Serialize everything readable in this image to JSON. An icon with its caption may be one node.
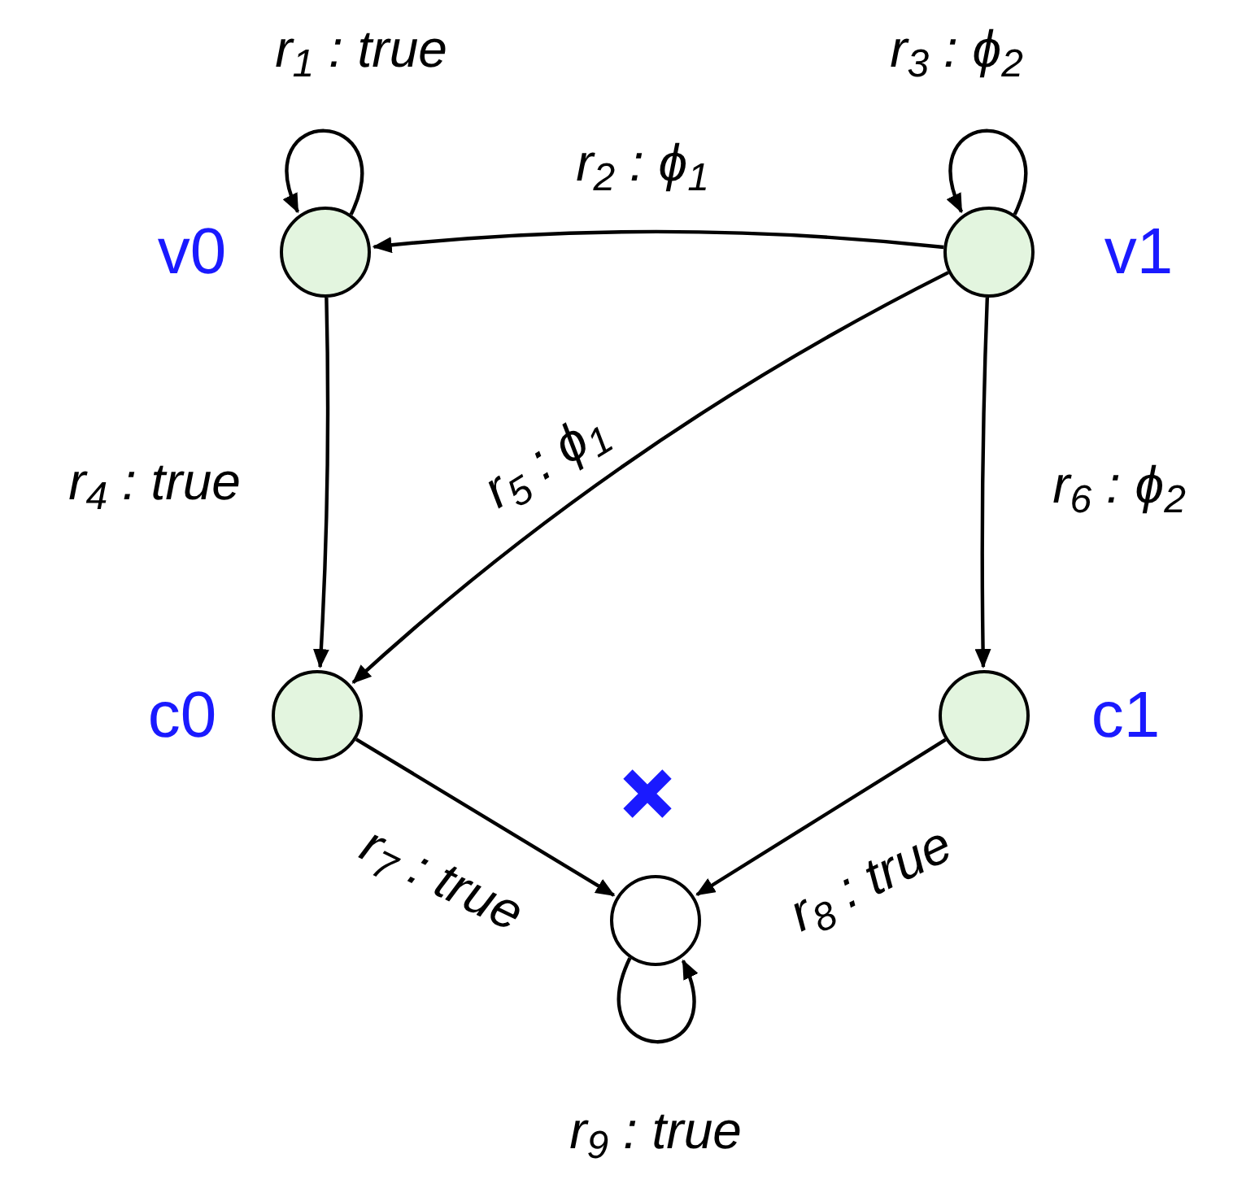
{
  "diagram": {
    "nodes": [
      {
        "text": [],
        "shape": "circle",
        "beside": [
          "v0"
        ]
      },
      {
        "text": [],
        "shape": "circle",
        "beside": [
          "v1"
        ]
      },
      {
        "text": [],
        "shape": "circle",
        "beside": [
          "c0"
        ]
      },
      {
        "text": [],
        "shape": "circle",
        "beside": [
          "c1"
        ]
      },
      {
        "text": [],
        "shape": "circle"
      }
    ],
    "edges": [
      {
        "from": 0,
        "to": 0,
        "arrow": "to",
        "label": "r$_{1}$ : true"
      },
      {
        "from": 1,
        "to": 0,
        "arrow": "to",
        "label": "r$_{2}$ : ϕ$_{1}$"
      },
      {
        "from": 1,
        "to": 1,
        "arrow": "to",
        "label": "r$_{3}$ : ϕ$_{2}$"
      },
      {
        "from": 0,
        "to": 2,
        "arrow": "to",
        "label": "r$_{4}$ : true"
      },
      {
        "from": 1,
        "to": 2,
        "arrow": "to",
        "label": "r$_{5}$ : ϕ$_{1}$"
      },
      {
        "from": 1,
        "to": 3,
        "arrow": "to",
        "label": "r$_{6}$ : ϕ$_{2}$"
      },
      {
        "from": 2,
        "to": 4,
        "arrow": "to",
        "label": "r$_{7}$ : true"
      },
      {
        "from": 3,
        "to": 4,
        "arrow": "to",
        "label": "r$_{8}$ : true"
      },
      {
        "from": 4,
        "to": 4,
        "arrow": "to",
        "label": "r$_{9}$ : true"
      }
    ]
  }
}
